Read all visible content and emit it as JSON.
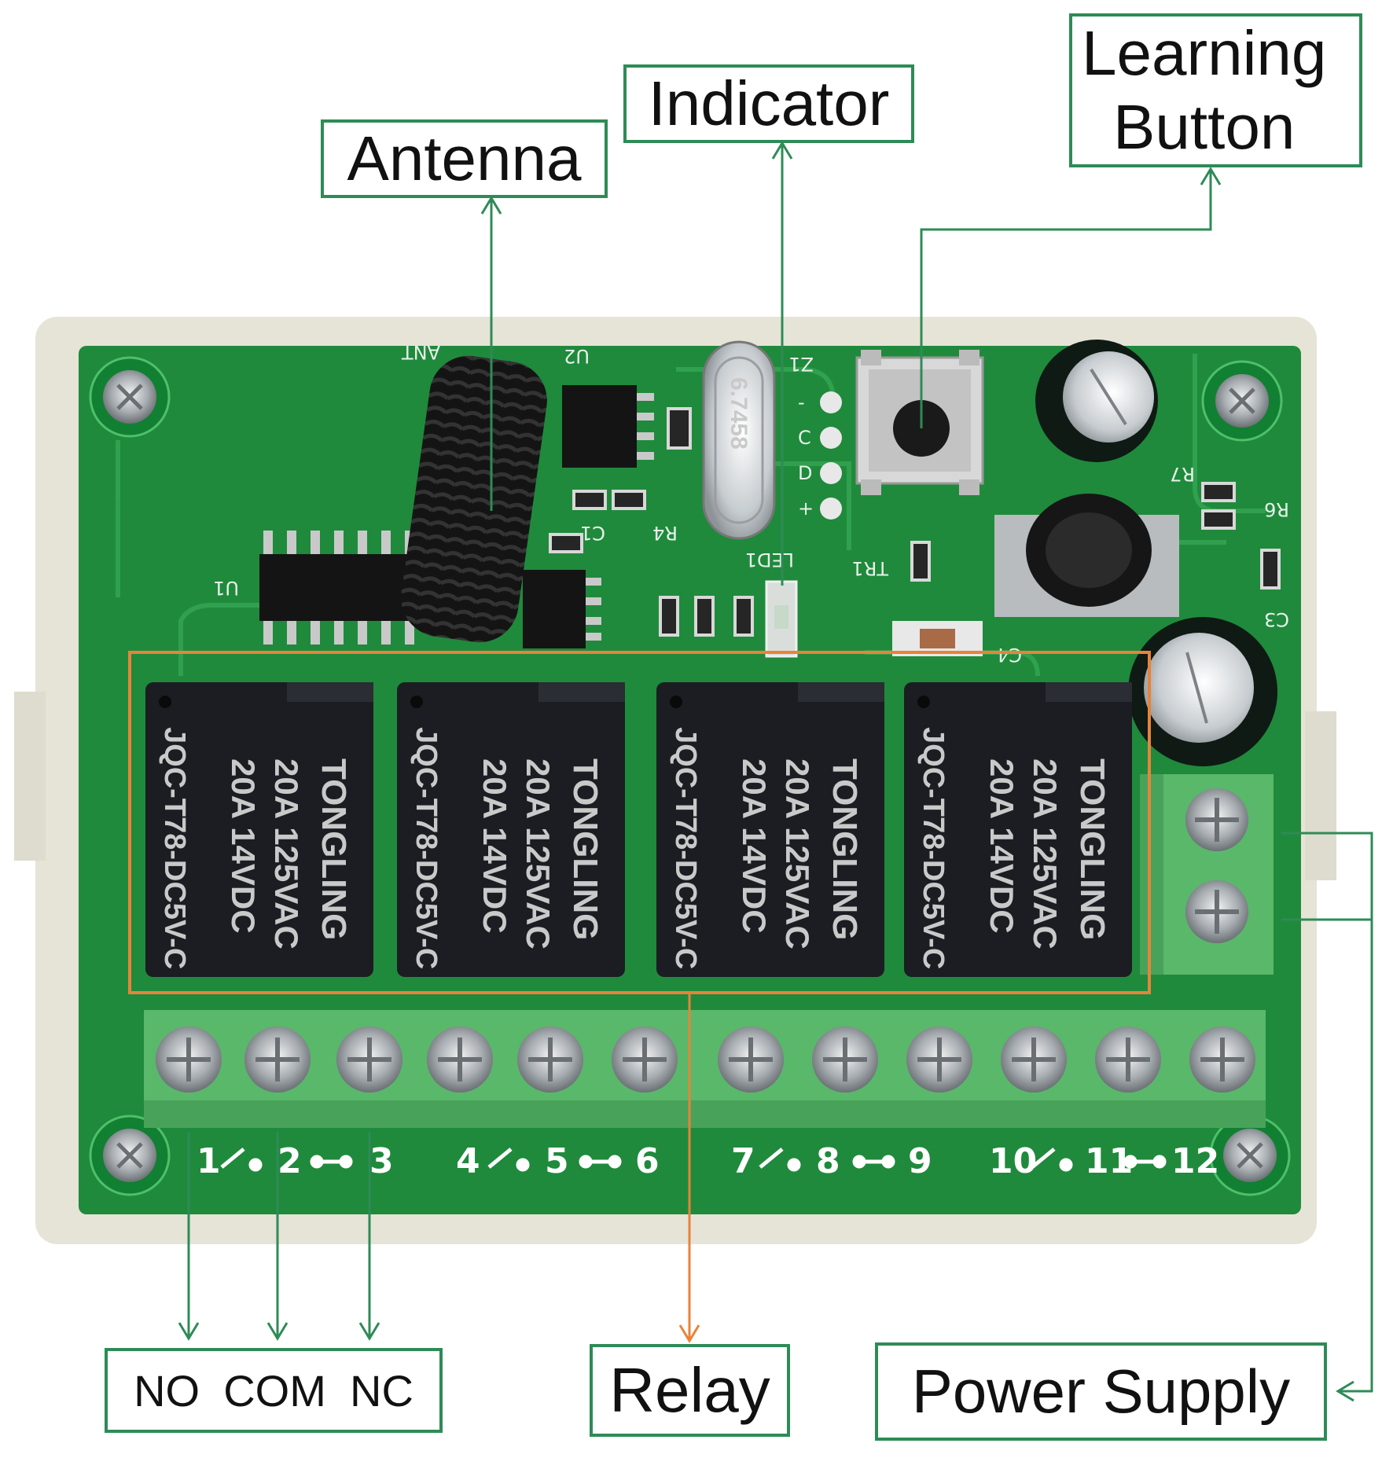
{
  "callouts": {
    "antenna": "Antenna",
    "indicator": "Indicator",
    "learning_line1": "Learning",
    "learning_line2": "Button",
    "relay": "Relay",
    "power_supply": "Power Supply",
    "no": "NO",
    "com": "COM",
    "nc": "NC"
  },
  "relay_markings": {
    "brand": "TONGLING",
    "rating1": "20A  125VAC",
    "rating2": "20A  14VDC",
    "model": "JQC-T78-DC5V-C"
  },
  "terminal_numbers": [
    "1",
    "2",
    "3",
    "4",
    "5",
    "6",
    "7",
    "8",
    "9",
    "10",
    "11",
    "12"
  ],
  "silkscreen": {
    "u1": "U1",
    "u2": "U2",
    "z1": "Z1",
    "led1": "LED1",
    "tr1": "TR1",
    "r4": "R4",
    "r6": "R6",
    "r7": "R7",
    "c1": "C1",
    "c3": "C3",
    "c4": "C4",
    "ant": "ANT",
    "crystal": "6.7458",
    "header": [
      "+",
      "D",
      "C",
      "-"
    ]
  },
  "colors": {
    "pcb": "#1f8a3c",
    "callout_border": "#2e8b57",
    "relay_box": "#e8833a",
    "terminal": "#59b86a",
    "relay_body": "#1b1d22"
  }
}
